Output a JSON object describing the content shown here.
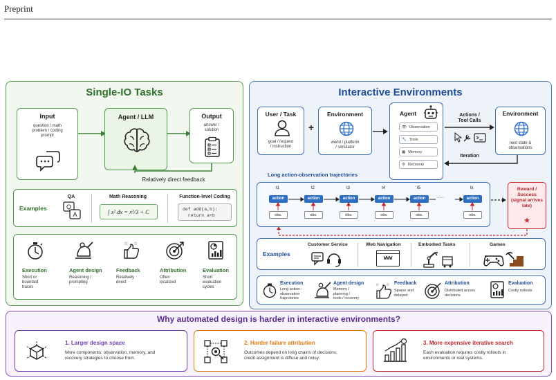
{
  "header": {
    "running_head": "Preprint"
  },
  "left": {
    "title": "Single-IO Tasks",
    "input": {
      "title": "Input",
      "desc": [
        "question / math",
        "problem / coding",
        "prompt"
      ]
    },
    "agent": {
      "title": "Agent / LLM"
    },
    "output": {
      "title": "Output",
      "desc": [
        "answer /",
        "solution"
      ]
    },
    "feedback": "Relatively direct feedback",
    "examples": {
      "label": "Examples",
      "qa": "QA",
      "math": "Math Reasoning",
      "math_formula": "∫ x² dx = x³/3 + C",
      "coding": "Function-level Coding",
      "code_lines": [
        "def add(a,b):",
        "  return a+b"
      ]
    },
    "properties": [
      {
        "title": "Execution",
        "desc": [
          "Short or",
          "bounded",
          "traces"
        ]
      },
      {
        "title": "Agent design",
        "desc": [
          "Reasoning /",
          "prompting"
        ]
      },
      {
        "title": "Feedback",
        "desc": [
          "Relatively",
          "direct"
        ]
      },
      {
        "title": "Attribution",
        "desc": [
          "Often",
          "localized"
        ]
      },
      {
        "title": "Evaluation",
        "desc": [
          "Short",
          "evaluation",
          "cycles"
        ]
      }
    ]
  },
  "right": {
    "title": "Interactive Environments",
    "user": {
      "title": "User / Task",
      "desc": [
        "goal / request",
        "/ instruction"
      ]
    },
    "plus": "+",
    "env1": {
      "title": "Environment",
      "desc": [
        "world / platform",
        "/ simulator"
      ]
    },
    "agent": {
      "title": "Agent",
      "modules": [
        "Observation",
        "Tools",
        "Memory",
        "Recovery"
      ]
    },
    "actions_label": [
      "Actions /",
      "Tool Calls"
    ],
    "iteration_label": "Iteration",
    "env2": {
      "title": "Environment",
      "desc": [
        "next state &",
        "observations"
      ]
    },
    "traj_title": "Long action-observation trajectories",
    "steps": [
      "t1",
      "t2",
      "t3",
      "t4",
      "t5",
      "tk"
    ],
    "action_label": "action",
    "obs_label": "obs.",
    "dots": "·····",
    "reward": [
      "Reward /",
      "Success",
      "(signal arrives",
      "late)"
    ],
    "examples": {
      "label": "Examples",
      "items": [
        "Customer Service",
        "Web Navigation",
        "Embodied Tasks",
        "Games"
      ],
      "www": "WWW"
    },
    "properties": [
      {
        "title": "Execution",
        "desc": [
          "Long action–",
          "observation",
          "trajectories"
        ]
      },
      {
        "title": "Agent design",
        "desc": [
          "Memory /",
          "planning /",
          "tools / recovery"
        ]
      },
      {
        "title": "Feedback",
        "desc": [
          "Sparse and",
          "delayed"
        ]
      },
      {
        "title": "Attribution",
        "desc": [
          "Distributed across",
          "decisions"
        ]
      },
      {
        "title": "Evaluation",
        "desc": [
          "Costly rollouts"
        ]
      }
    ]
  },
  "bottom": {
    "title": "Why automated design is harder in interactive environments?",
    "cards": [
      {
        "title": "1. Larger design space",
        "desc": [
          "More components: observation, memory, and",
          "recovery strategies to choose from."
        ],
        "color": "#6a3fb0"
      },
      {
        "title": "2. Harder failure attribution",
        "desc": [
          "Outcomes depend on long chains of decisions;",
          "credit assignment is diffuse and noisy."
        ],
        "color": "#e07b10"
      },
      {
        "title": "3. More expensive iterative search",
        "desc": [
          "Each evaluation requires costly rollouts in",
          "environments or real systems."
        ],
        "color": "#c0282e"
      }
    ]
  },
  "colors": {
    "green": "#4f9a4a",
    "blue": "#3e6fb3",
    "purple": "#7b4fb0",
    "red": "#c0282e",
    "orange": "#e07b10"
  }
}
